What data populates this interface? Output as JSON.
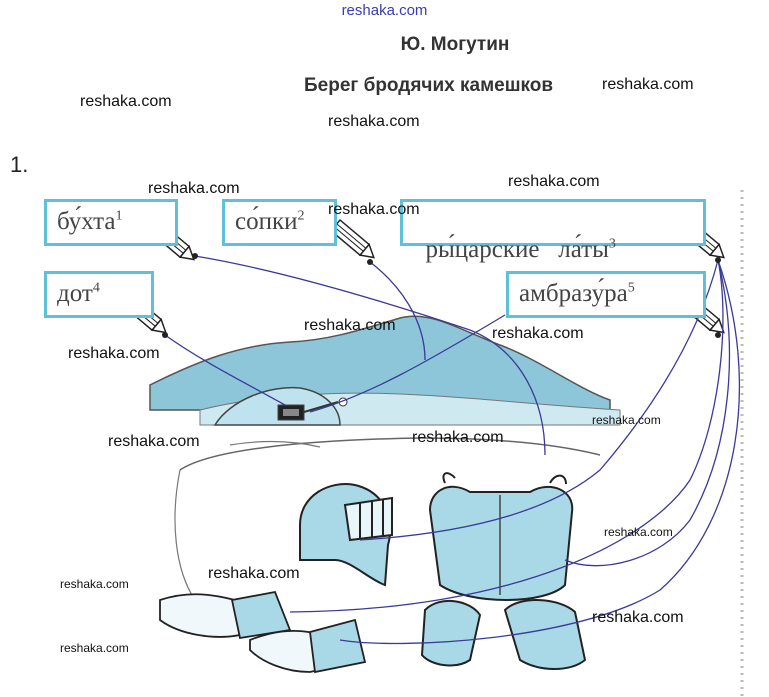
{
  "header": {
    "watermark_top": "reshaka.com",
    "author": "Ю. Могутин",
    "title": "Берег бродячих камешков",
    "exercise_number": "1."
  },
  "words": [
    {
      "text": "бу́хта",
      "footnote": "1"
    },
    {
      "text": "со́пки",
      "footnote": "2"
    },
    {
      "text": "ры́царские   ла́ты",
      "footnote": "3"
    },
    {
      "text": "дот",
      "footnote": "4"
    },
    {
      "text": "амбразу́ра",
      "footnote": "5"
    }
  ],
  "watermarks": [
    "reshaka.com",
    "reshaka.com",
    "reshaka.com",
    "reshaka.com",
    "reshaka.com",
    "reshaka.com",
    "reshaka.com",
    "reshaka.com",
    "reshaka.com",
    "reshaka.com",
    "reshaka.com",
    "reshaka.com",
    "reshaka.com",
    "reshaka.com",
    "reshaka.com",
    "reshaka.com",
    "reshaka.com"
  ],
  "colors": {
    "word_border": "#5fc0d8",
    "connector_line": "#3a3a9a",
    "illustration_fill": "#a9d8e6"
  },
  "icons": [
    "pencil-icon",
    "knight-helmet",
    "armor-cuirass",
    "gauntlet",
    "bunker-dot",
    "hills"
  ]
}
